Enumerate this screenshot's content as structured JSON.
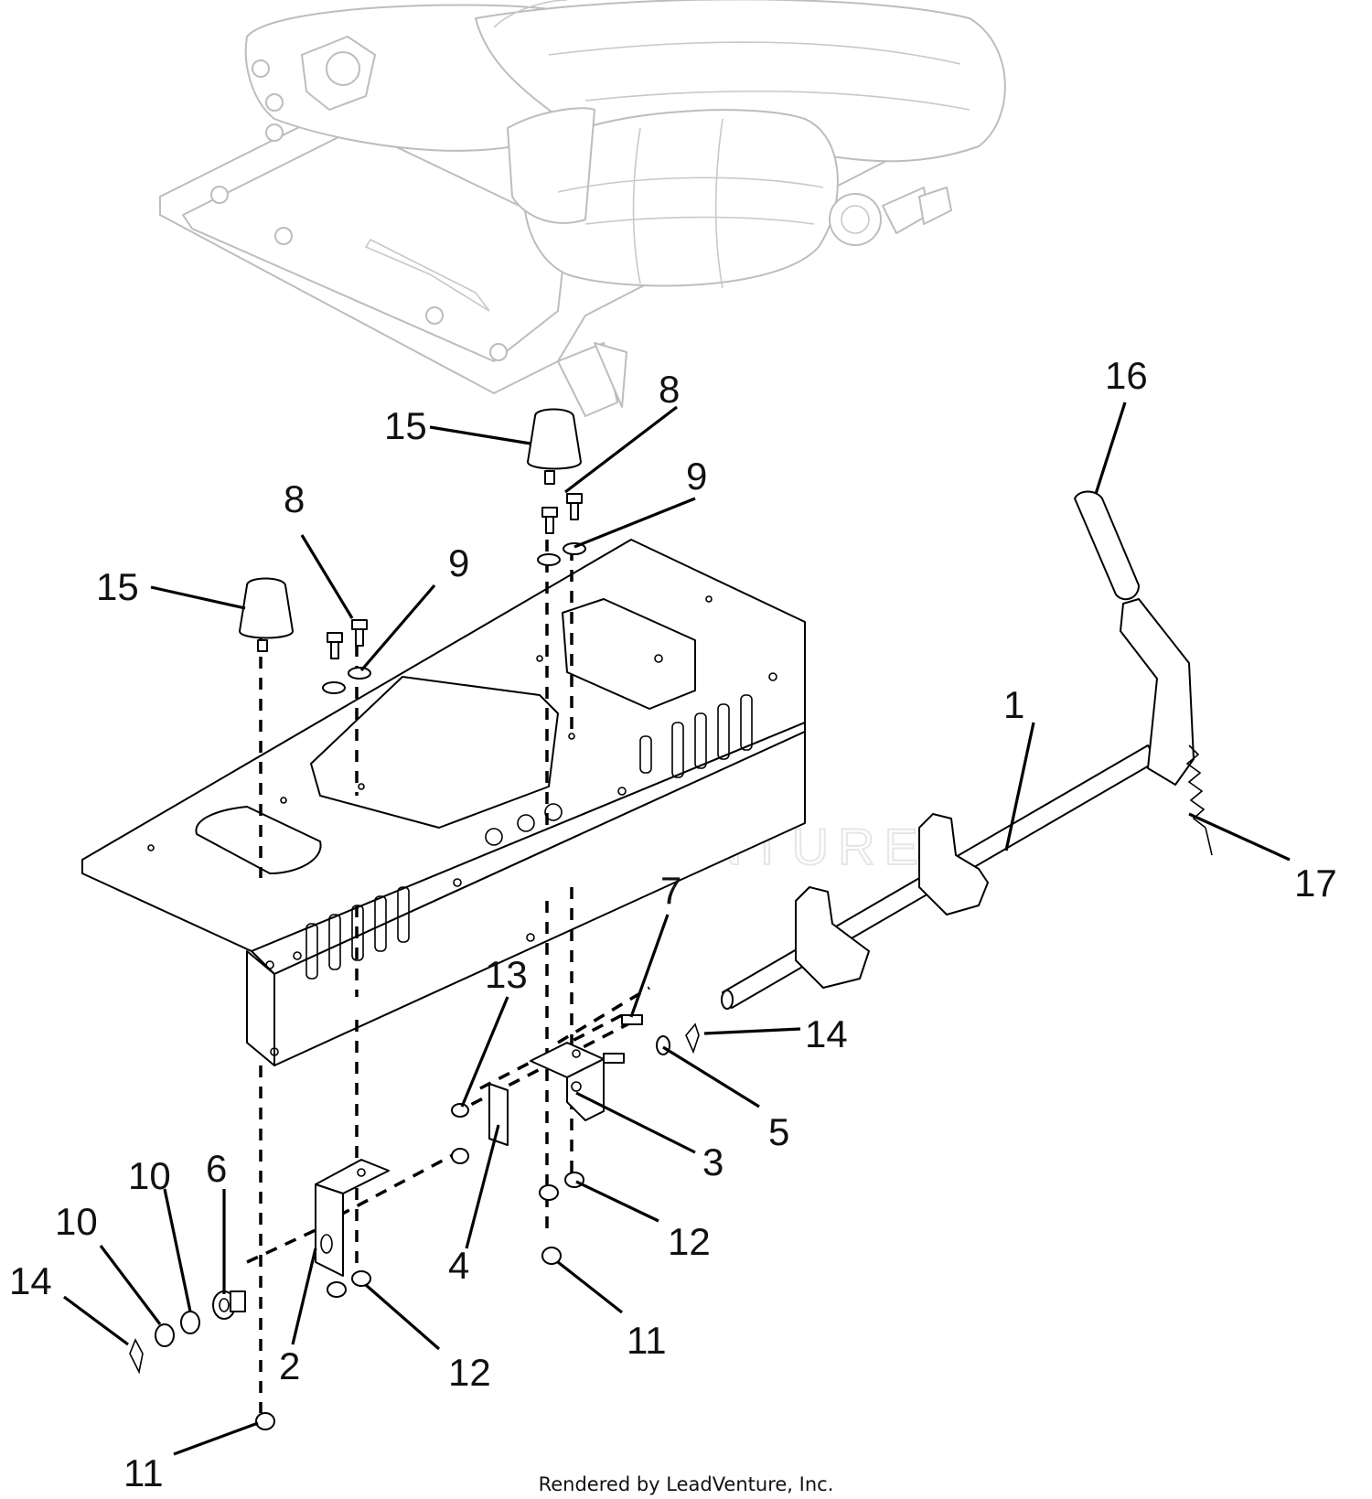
{
  "callouts": [
    {
      "id": "1",
      "text": "1"
    },
    {
      "id": "2",
      "text": "2"
    },
    {
      "id": "3",
      "text": "3"
    },
    {
      "id": "4",
      "text": "4"
    },
    {
      "id": "5",
      "text": "5"
    },
    {
      "id": "6",
      "text": "6"
    },
    {
      "id": "7",
      "text": "7"
    },
    {
      "id": "8a",
      "text": "8"
    },
    {
      "id": "8b",
      "text": "8"
    },
    {
      "id": "9a",
      "text": "9"
    },
    {
      "id": "9b",
      "text": "9"
    },
    {
      "id": "10a",
      "text": "10"
    },
    {
      "id": "10b",
      "text": "10"
    },
    {
      "id": "11a",
      "text": "11"
    },
    {
      "id": "11b",
      "text": "11"
    },
    {
      "id": "12a",
      "text": "12"
    },
    {
      "id": "12b",
      "text": "12"
    },
    {
      "id": "13",
      "text": "13"
    },
    {
      "id": "14a",
      "text": "14"
    },
    {
      "id": "14b",
      "text": "14"
    },
    {
      "id": "15a",
      "text": "15"
    },
    {
      "id": "15b",
      "text": "15"
    },
    {
      "id": "16",
      "text": "16"
    },
    {
      "id": "17",
      "text": "17"
    }
  ],
  "watermark": "LEADVENTURE",
  "footer": "Rendered by LeadVenture, Inc."
}
